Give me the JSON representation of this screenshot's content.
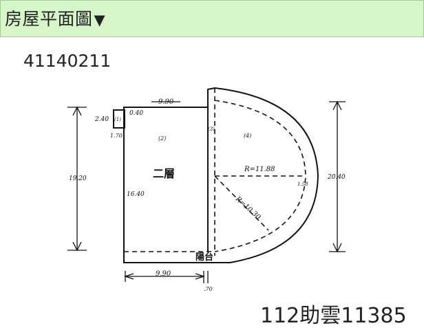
{
  "header": {
    "title": "房屋平面圖",
    "arrow": "▼"
  },
  "doc_number": "41140211",
  "permit_number": "112助雲11385",
  "plan": {
    "top_width": "9.90",
    "notch_width": "0.40",
    "notch_height": "2.40",
    "notch_small": "1.70",
    "notch_area_label": "(1)",
    "room_label_2": "(2)",
    "room_label_3": "(3)",
    "room_label_4": "(4)",
    "floor_label": "二層",
    "wall_height": "16.40",
    "left_height": "19.20",
    "right_height": "20.40",
    "radius_outer": "R=11.88",
    "radius_inner": "R=10.30",
    "side_small": "1.58",
    "balcony_label": "陽台",
    "bottom_width": "9.90",
    "bottom_small": ".70"
  }
}
